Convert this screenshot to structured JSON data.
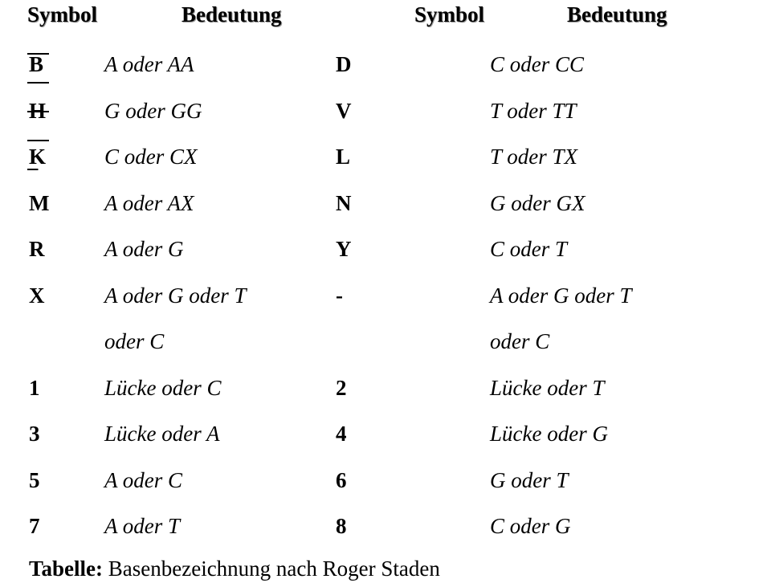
{
  "header": {
    "symbol_a": "Symbol",
    "meaning_a": "Bedeutung",
    "symbol_b": "Symbol",
    "meaning_b": "Bedeutung"
  },
  "rows": [
    {
      "sym_a": "B",
      "mean_a": "A oder AA",
      "sym_b": "D",
      "mean_b": "C oder CC"
    },
    {
      "sym_a": "H",
      "mean_a": "G oder GG",
      "sym_b": "V",
      "mean_b": "T oder TT"
    },
    {
      "sym_a": "K",
      "mean_a": "C oder CX",
      "sym_b": "L",
      "mean_b": "T oder TX"
    },
    {
      "sym_a": "M",
      "mean_a": "A oder AX",
      "sym_b": "N",
      "mean_b": "G oder GX"
    },
    {
      "sym_a": "R",
      "mean_a": "A oder G",
      "sym_b": "Y",
      "mean_b": "C oder T"
    },
    {
      "sym_a": "X",
      "mean_a": "A oder G oder T",
      "sym_b": "-",
      "mean_b": "A oder G oder T"
    },
    {
      "sym_a": "",
      "mean_a": "oder C",
      "sym_b": "",
      "mean_b": "oder C"
    },
    {
      "sym_a": "1",
      "mean_a": "Lücke oder C",
      "sym_b": "2",
      "mean_b": "Lücke oder T"
    },
    {
      "sym_a": "3",
      "mean_a": "Lücke oder A",
      "sym_b": "4",
      "mean_b": "Lücke oder G"
    },
    {
      "sym_a": "5",
      "mean_a": "A oder C",
      "sym_b": "6",
      "mean_b": "G oder T"
    },
    {
      "sym_a": "7",
      "mean_a": "A oder T",
      "sym_b": "8",
      "mean_b": "C oder G"
    }
  ],
  "caption": {
    "label": "Tabelle:",
    "text": "Basenbezeichnung nach Roger Staden"
  }
}
